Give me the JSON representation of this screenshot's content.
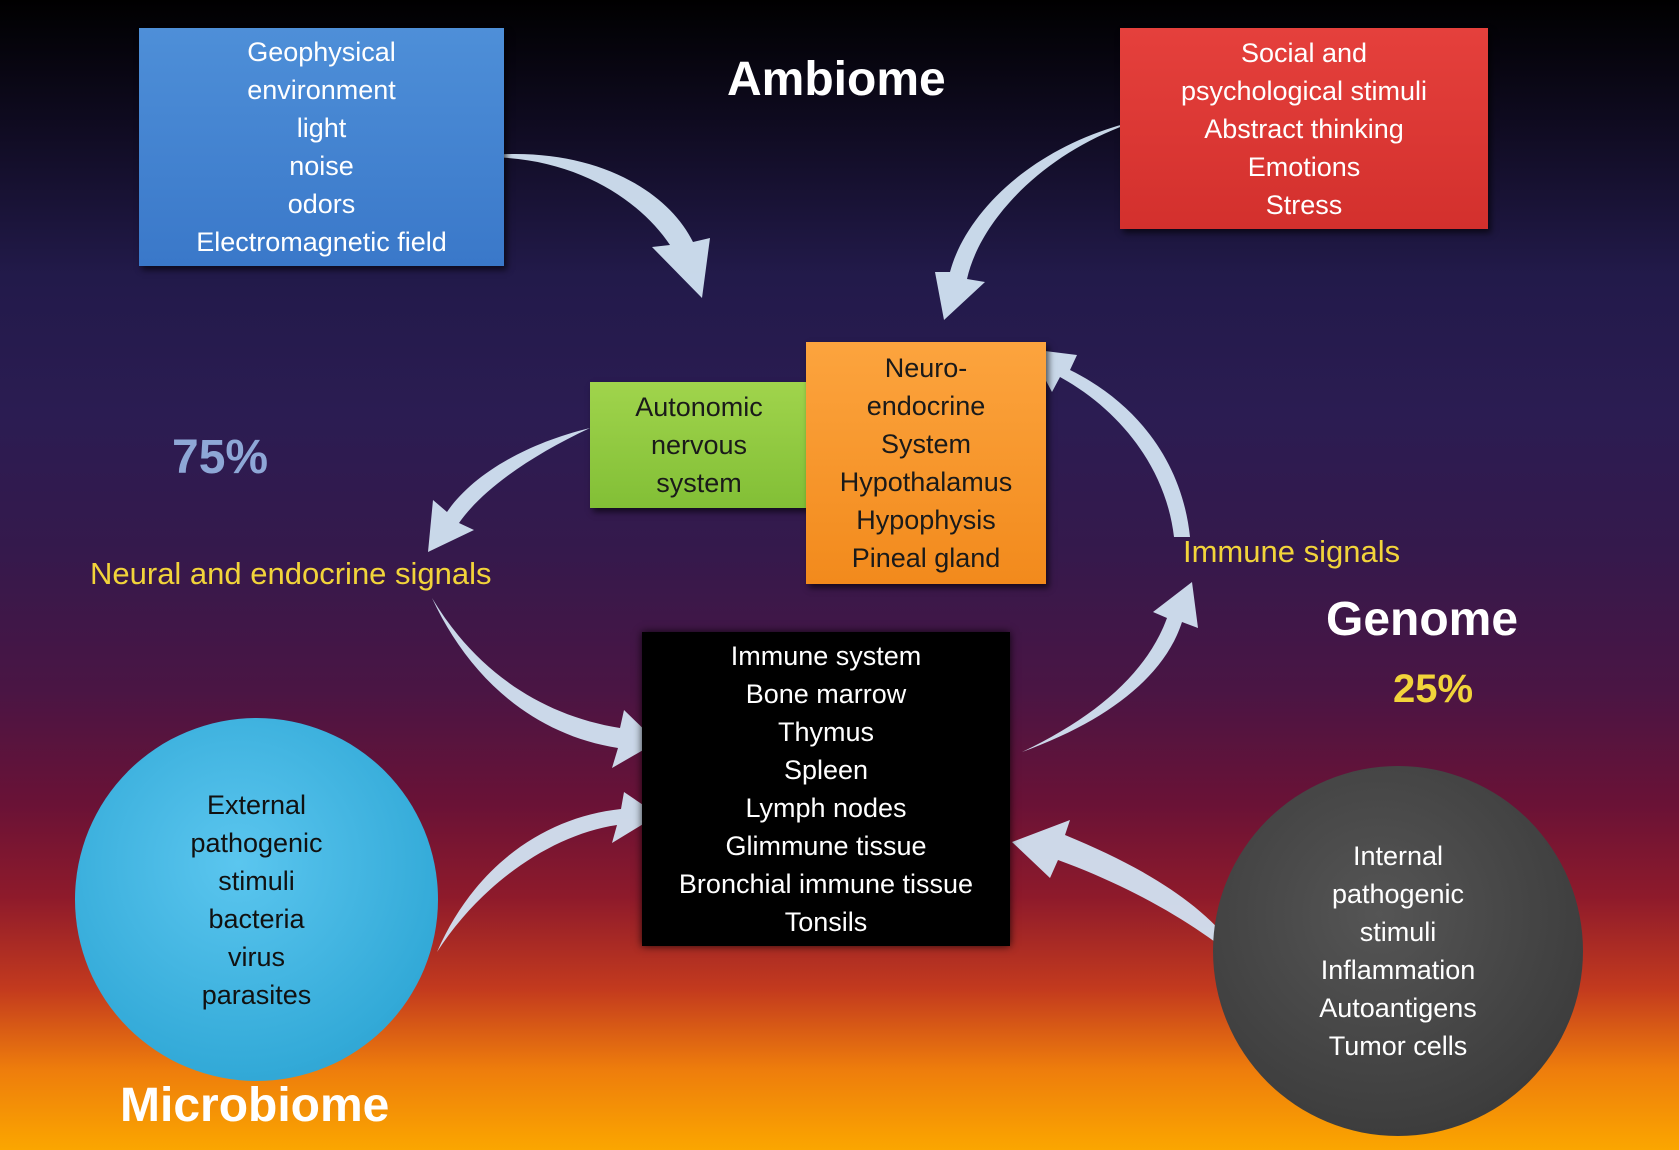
{
  "titles": {
    "ambiome": "Ambiome",
    "genome": "Genome",
    "microbiome": "Microbiome"
  },
  "percentages": {
    "ambiome_share": "75%",
    "genome_share": "25%"
  },
  "signals": {
    "neural_endocrine": "Neural and endocrine signals",
    "immune": "Immune signals"
  },
  "boxes": {
    "geophysical": [
      "Geophysical",
      "environment",
      "light",
      "noise",
      "odors",
      "Electromagnetic field"
    ],
    "social": [
      "Social and",
      "psychological stimuli",
      "Abstract thinking",
      "Emotions",
      "Stress"
    ],
    "autonomic": [
      "Autonomic",
      "nervous",
      "system"
    ],
    "neuroendocrine": [
      "Neuro-",
      "endocrine",
      "System",
      "Hypothalamus",
      "Hypophysis",
      "Pineal gland"
    ],
    "immune": [
      "Immune system",
      "Bone marrow",
      "Thymus",
      "Spleen",
      "Lymph nodes",
      "Glimmune tissue",
      "Bronchial immune tissue",
      "Tonsils"
    ],
    "external": [
      "External",
      "pathogenic",
      "stimuli",
      "bacteria",
      "virus",
      "parasites"
    ],
    "internal": [
      "Internal",
      "pathogenic",
      "stimuli",
      "Inflammation",
      "Autoantigens",
      "Tumor cells"
    ]
  },
  "colors": {
    "arrow": "#d2e3f2",
    "geophysical_box": "#3f7fcf",
    "social_box": "#dc3632",
    "autonomic_box": "#8cc63f",
    "neuroendocrine_box": "#f7941d",
    "immune_box": "#000000",
    "external_circle": "#3db3e3",
    "internal_circle": "#444444",
    "signal_text": "#f2d43a",
    "percent_75": "#8ea7d6"
  }
}
